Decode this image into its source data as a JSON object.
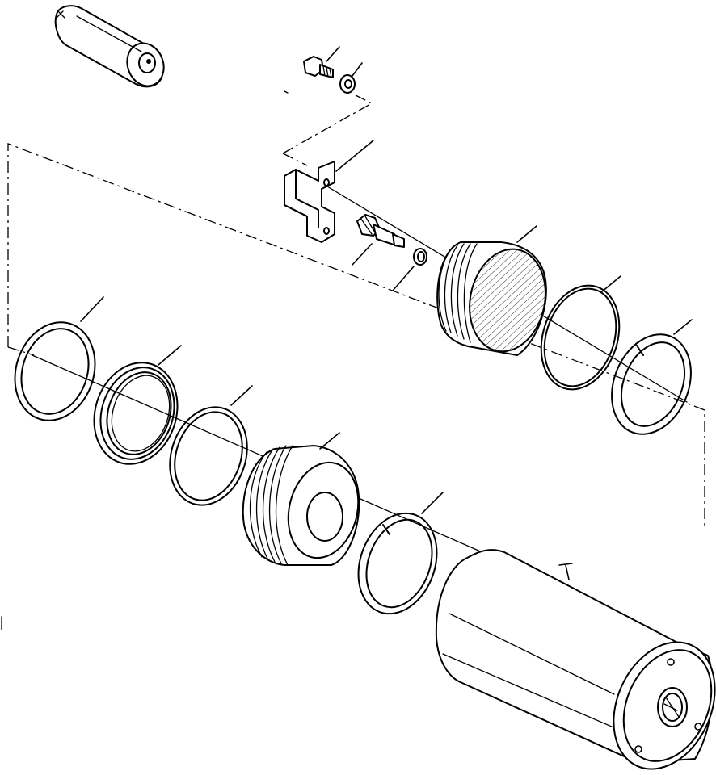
{
  "diagram": {
    "style": "exploded-parts-line-drawing",
    "colors": {
      "ink": "#000000",
      "paper": "#ffffff"
    },
    "parts": [
      {
        "id": "cartridge-top-left"
      },
      {
        "id": "bolt"
      },
      {
        "id": "washer"
      },
      {
        "id": "bracket"
      },
      {
        "id": "fitting"
      },
      {
        "id": "small-o-ring"
      },
      {
        "id": "end-cap"
      },
      {
        "id": "large-o-ring-right"
      },
      {
        "id": "split-ring-right"
      },
      {
        "id": "seal-ring-left"
      },
      {
        "id": "grooved-ring"
      },
      {
        "id": "o-ring-middle"
      },
      {
        "id": "piston"
      },
      {
        "id": "split-ring-lower"
      },
      {
        "id": "cylinder-body"
      }
    ]
  }
}
